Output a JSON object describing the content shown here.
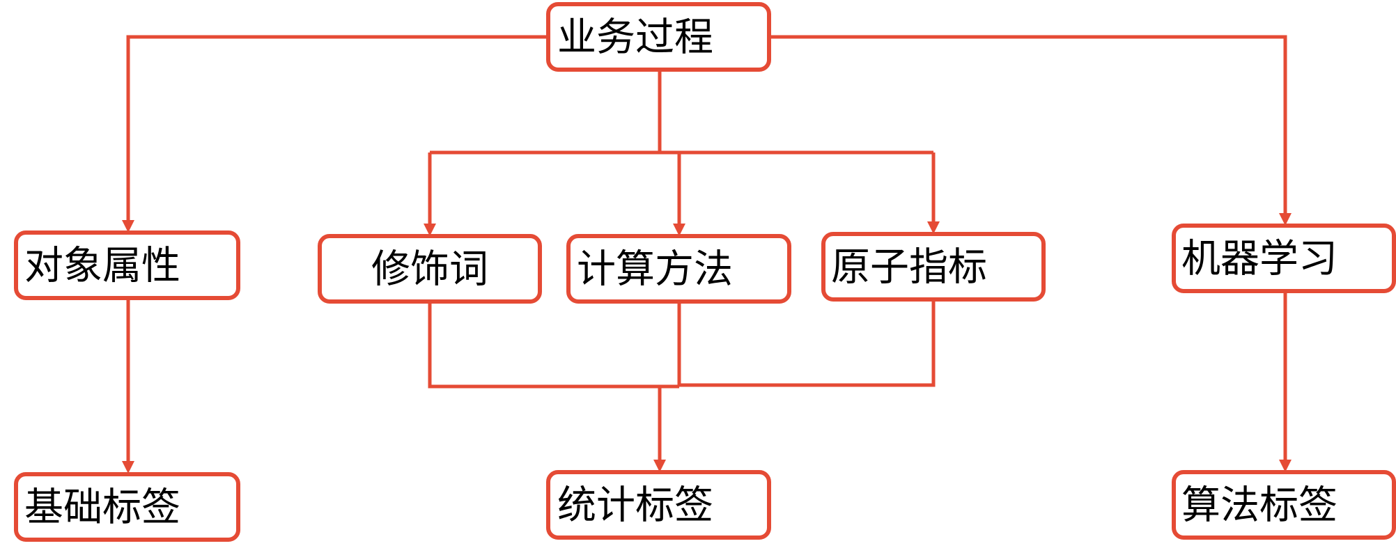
{
  "colors": {
    "accent": "#e54b35",
    "text": "#000000",
    "background": "#ffffff"
  },
  "nodes": {
    "business_process": "业务过程",
    "object_attribute": "对象属性",
    "modifier": "修饰词",
    "calculation_method": "计算方法",
    "atomic_metric": "原子指标",
    "machine_learning": "机器学习",
    "basic_tag": "基础标签",
    "statistical_tag": "统计标签",
    "algorithm_tag": "算法标签"
  }
}
